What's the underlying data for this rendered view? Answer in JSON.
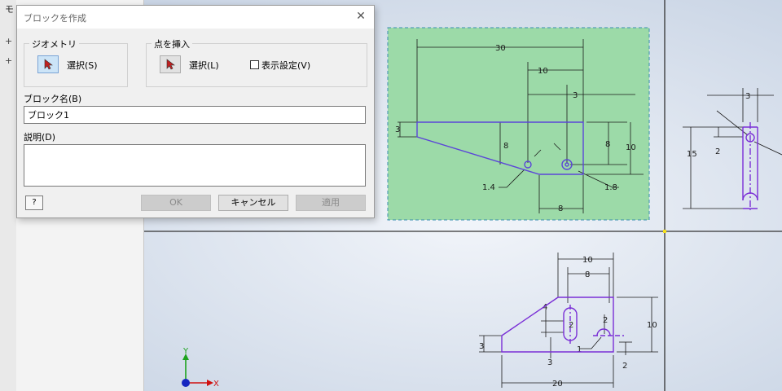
{
  "left_panel": {
    "title": "モ"
  },
  "dialog": {
    "title": "ブロックを作成",
    "geometry_group": "ジオメトリ",
    "geometry_select": "選択(S)",
    "insert_group": "点を挿入",
    "insert_select": "選択(L)",
    "display_settings": "表示設定(V)",
    "block_name_label": "ブロック名(B)",
    "block_name_value": "ブロック1",
    "description_label": "説明(D)",
    "description_value": "",
    "help_icon": "?",
    "ok": "OK",
    "cancel": "キャンセル",
    "apply": "適用"
  },
  "drawing": {
    "dims_top": [
      "30",
      "10",
      "3",
      "3",
      "8",
      "8",
      "10",
      "1.4",
      "1.8",
      "8"
    ],
    "dims_right": [
      "3",
      "2",
      "15"
    ],
    "dims_bottom": [
      "10",
      "8",
      "4",
      "2",
      "2",
      "10",
      "3",
      "1",
      "3",
      "2",
      "20"
    ],
    "axis_y": "Y",
    "axis_x": "X"
  },
  "colors": {
    "selection_fill": "#9cdaa8",
    "sketch": "#7a2fd6",
    "background": "#dfe6ef"
  }
}
